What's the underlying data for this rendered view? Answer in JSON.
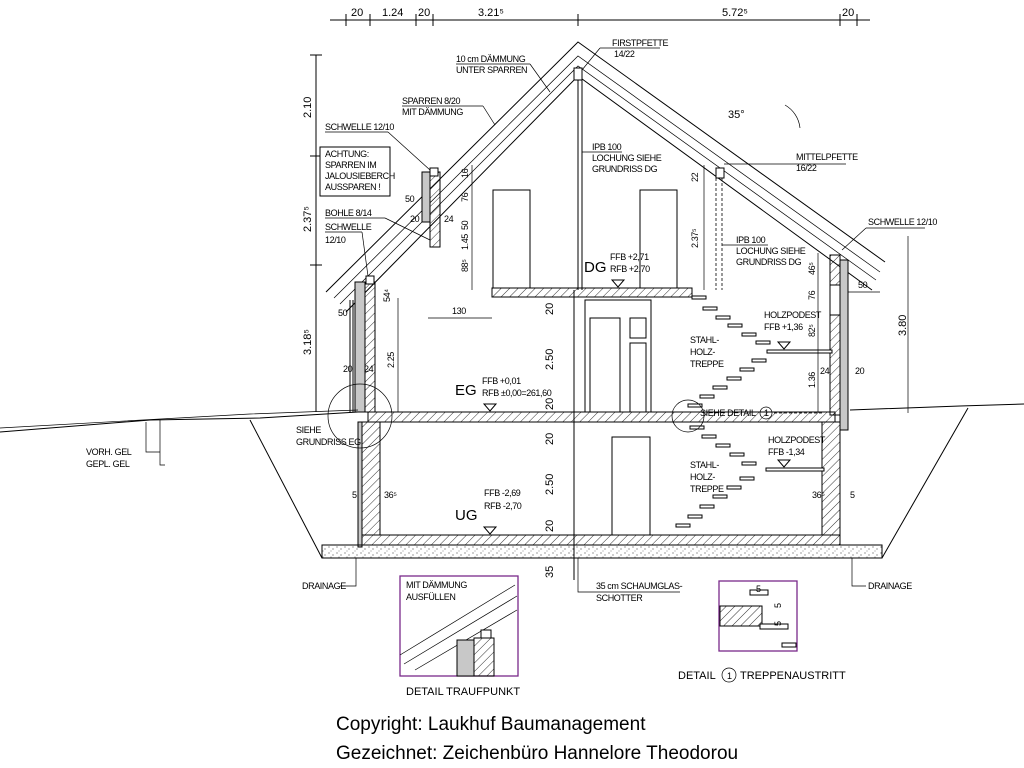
{
  "top_dims": [
    "20",
    "1.24",
    "20",
    "3.21⁵",
    "5.72⁵",
    "20"
  ],
  "left_dims": [
    "2.10",
    "2.37⁵",
    "3.18⁵"
  ],
  "roof": {
    "insulation": [
      "10 cm DÄMMUNG",
      "UNTER SPARREN"
    ],
    "ridge": [
      "FIRSTPFETTE",
      "14/22"
    ],
    "rafters": [
      "SPARREN 8/20",
      "MIT DÄMMUNG"
    ],
    "schwelle_left": "SCHWELLE 12/10",
    "warning": [
      "ACHTUNG:",
      "SPARREN IM",
      "JALOUSIEBERCH",
      "AUSSPAREN !"
    ],
    "bohle": "BOHLE 8/14",
    "schwelle_low": [
      "SCHWELLE",
      "12/10"
    ],
    "angle": "35°",
    "ipb_center": [
      "IPB 100",
      "LOCHUNG SIEHE",
      "GRUNDRISS DG"
    ],
    "mittelpfette": [
      "MITTELPFETTE",
      "16/22"
    ],
    "ipb_right": [
      "IPB 100",
      "LOCHUNG SIEHE",
      "GRUNDRISS DG"
    ],
    "schwelle_right": "SCHWELLE 12/10"
  },
  "levels": {
    "dg": {
      "name": "DG",
      "ffb": "FFB +2,71",
      "rfb": "RFB +2,70"
    },
    "eg": {
      "name": "EG",
      "ffb": "FFB +0,01",
      "rfb": "RFB ±0,00=261,60"
    },
    "ug": {
      "name": "UG",
      "ffb": "FFB -2,69",
      "rfb": "RFB -2,70"
    }
  },
  "stairs": {
    "upper_landing": [
      "HOLZPODEST",
      "FFB +1,36"
    ],
    "lower_landing": [
      "HOLZPODEST",
      "FFB -1,34"
    ],
    "stair_label": [
      "STAHL-",
      "HOLZ-",
      "TREPPE"
    ],
    "detail_ref": "SIEHE DETAIL",
    "detail_num": "1"
  },
  "site": {
    "ground": [
      "VORH. GEL",
      "GEPL. GEL"
    ],
    "grundriss_ref": [
      "SIEHE",
      "GRUNDRISS EG"
    ],
    "drainage_left": "DRAINAGE",
    "drainage_right": "DRAINAGE",
    "gravel": [
      "35 cm SCHAUMGLAS-",
      "SCHOTTER"
    ]
  },
  "center_dims": [
    "20",
    "2.50",
    "20",
    "20",
    "2.50",
    "20",
    "35"
  ],
  "left_small_dims": [
    "50",
    "16",
    "76",
    "50",
    "1.45",
    "88⁵",
    "20",
    "24",
    "50",
    "54⁴",
    "130",
    "20",
    "24",
    "2.25",
    "5",
    "36⁵"
  ],
  "right_small_dims": [
    "22",
    "2.37⁵",
    "46⁵",
    "76",
    "82⁵",
    "1.36",
    "24",
    "20",
    "50",
    "3.80",
    "36⁵",
    "5"
  ],
  "detail_traufpunkt": {
    "note": [
      "MIT DÄMMUNG",
      "AUSFÜLLEN"
    ],
    "title": "DETAIL TRAUFPUNKT"
  },
  "detail_treppe": {
    "dims": [
      "5",
      "5",
      "5"
    ],
    "title_a": "DETAIL",
    "num": "1",
    "title_b": "TREPPENAUSTRITT"
  },
  "footer": {
    "copyright": "Copyright: Laukhuf Baumanagement",
    "drawn": "Gezeichnet: Zeichenbüro Hannelore Theodorou"
  }
}
